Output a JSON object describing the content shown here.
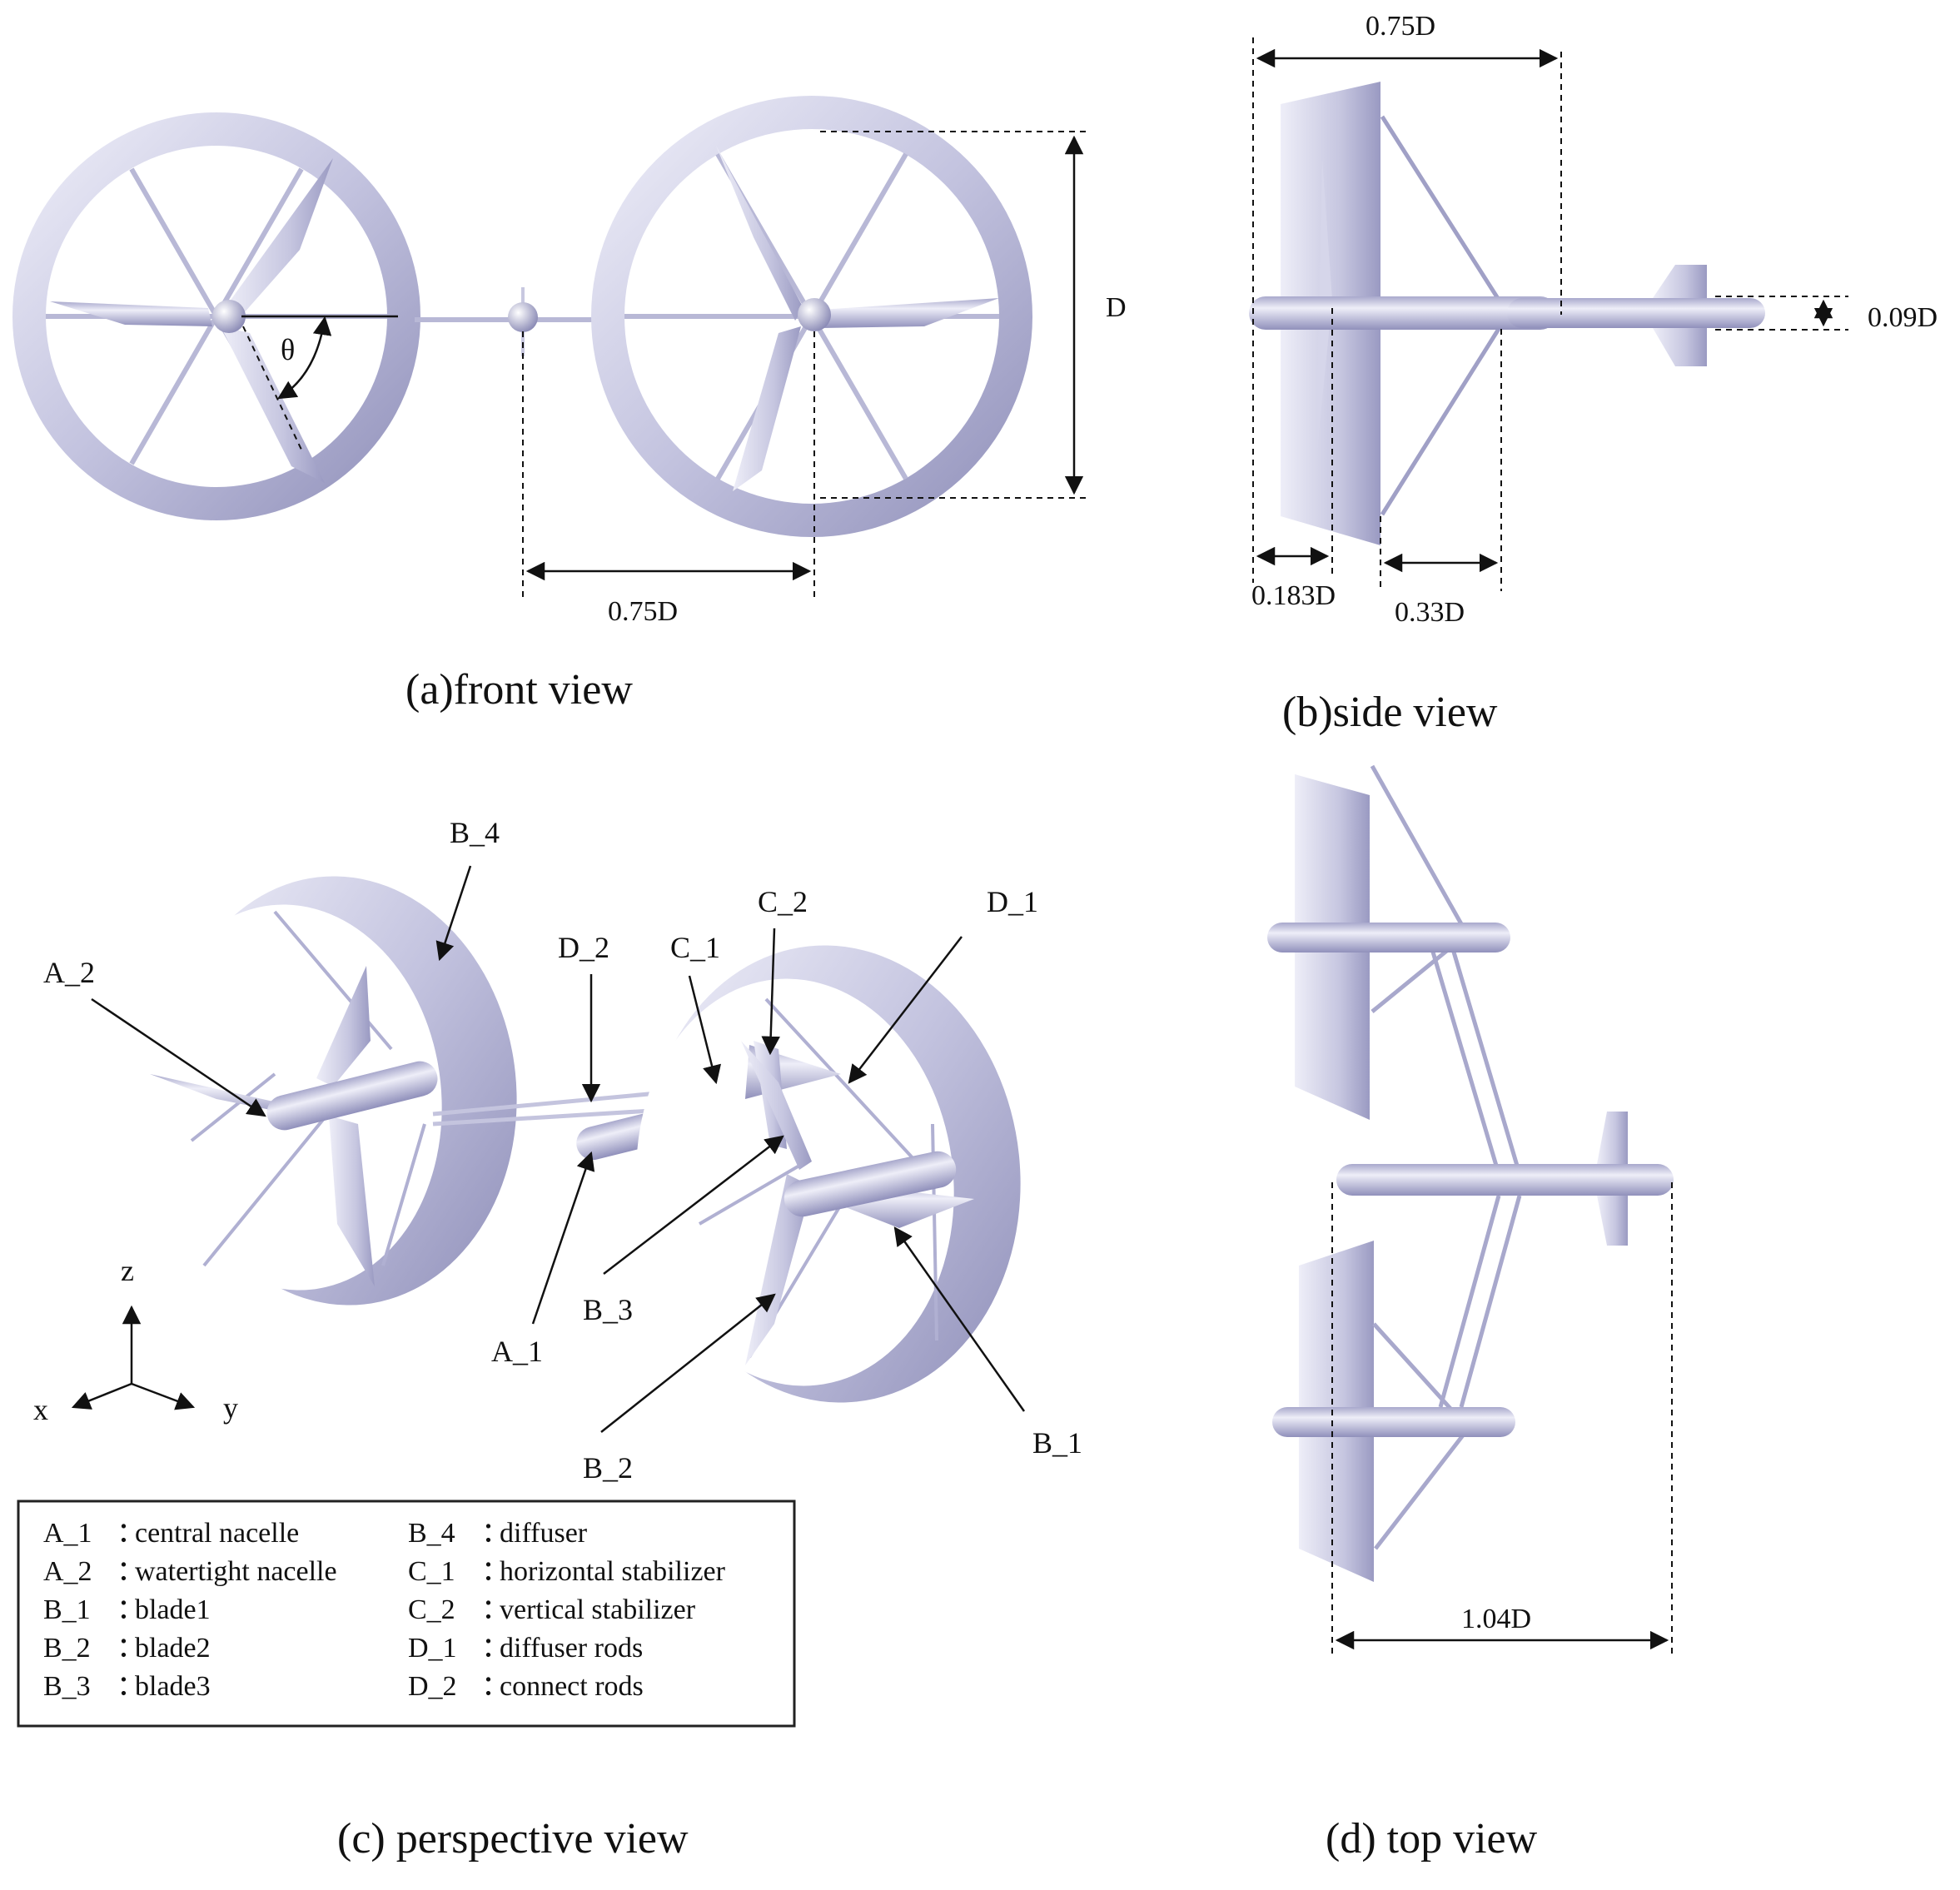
{
  "panels": {
    "front": {
      "caption": "(a)front view",
      "dim_spacing": "0.75D",
      "dim_diameter": "D",
      "angle": "θ"
    },
    "side": {
      "caption": "(b)side view",
      "dim_length": "0.75D",
      "dim_thickness": "0.09D",
      "dim_diffuser": "0.183D",
      "dim_rods": "0.33D"
    },
    "perspective": {
      "caption": "(c) perspective view",
      "callouts": [
        "B_4",
        "A_2",
        "D_2",
        "C_1",
        "C_2",
        "D_1",
        "A_1",
        "B_3",
        "B_2",
        "B_1"
      ],
      "axes": {
        "x": "x",
        "y": "y",
        "z": "z"
      }
    },
    "top": {
      "caption": "(d) top view",
      "dim_width": "1.04D"
    }
  },
  "legend": [
    {
      "code": "A_1",
      "sep": "：",
      "desc": "central nacelle"
    },
    {
      "code": "A_2",
      "sep": "：",
      "desc": "watertight nacelle"
    },
    {
      "code": "B_1",
      "sep": "：",
      "desc": "blade1"
    },
    {
      "code": "B_2",
      "sep": "：",
      "desc": "blade2"
    },
    {
      "code": "B_3",
      "sep": "：",
      "desc": "blade3"
    },
    {
      "code": "B_4",
      "sep": "：",
      "desc": "diffuser"
    },
    {
      "code": "C_1",
      "sep": "：",
      "desc": "horizontal stabilizer"
    },
    {
      "code": "C_2",
      "sep": "：",
      "desc": "vertical stabilizer"
    },
    {
      "code": "D_1",
      "sep": "：",
      "desc": "diffuser rods"
    },
    {
      "code": "D_2",
      "sep": "：",
      "desc": "connect rods"
    }
  ],
  "colors": {
    "metal_light": "#eeeef8",
    "metal_mid": "#b9b9d8",
    "metal_dark": "#8a8ab5",
    "ink": "#111111"
  }
}
